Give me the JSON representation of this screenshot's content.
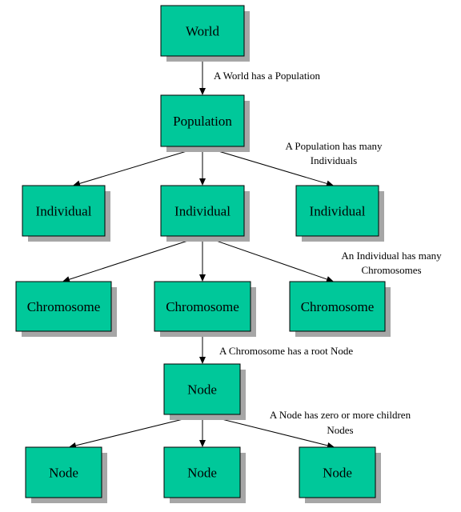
{
  "colors": {
    "node_fill": "#00c89a",
    "node_border": "#000000",
    "shadow": "#a6a6a6",
    "edge": "#000000"
  },
  "nodes": {
    "world": "World",
    "population": "Population",
    "individual_left": "Individual",
    "individual_center": "Individual",
    "individual_right": "Individual",
    "chromosome_left": "Chromosome",
    "chromosome_center": "Chromosome",
    "chromosome_right": "Chromosome",
    "node_root": "Node",
    "node_left": "Node",
    "node_center": "Node",
    "node_right": "Node"
  },
  "annotations": {
    "world_population": [
      "A World has a Population"
    ],
    "population_individuals": [
      "A Population has many",
      "Individuals"
    ],
    "individual_chromosomes": [
      "An Individual has many",
      "Chromosomes"
    ],
    "chromosome_node": [
      "A Chromosome has a root Node"
    ],
    "node_children": [
      "A Node has zero or more children",
      "Nodes"
    ]
  }
}
